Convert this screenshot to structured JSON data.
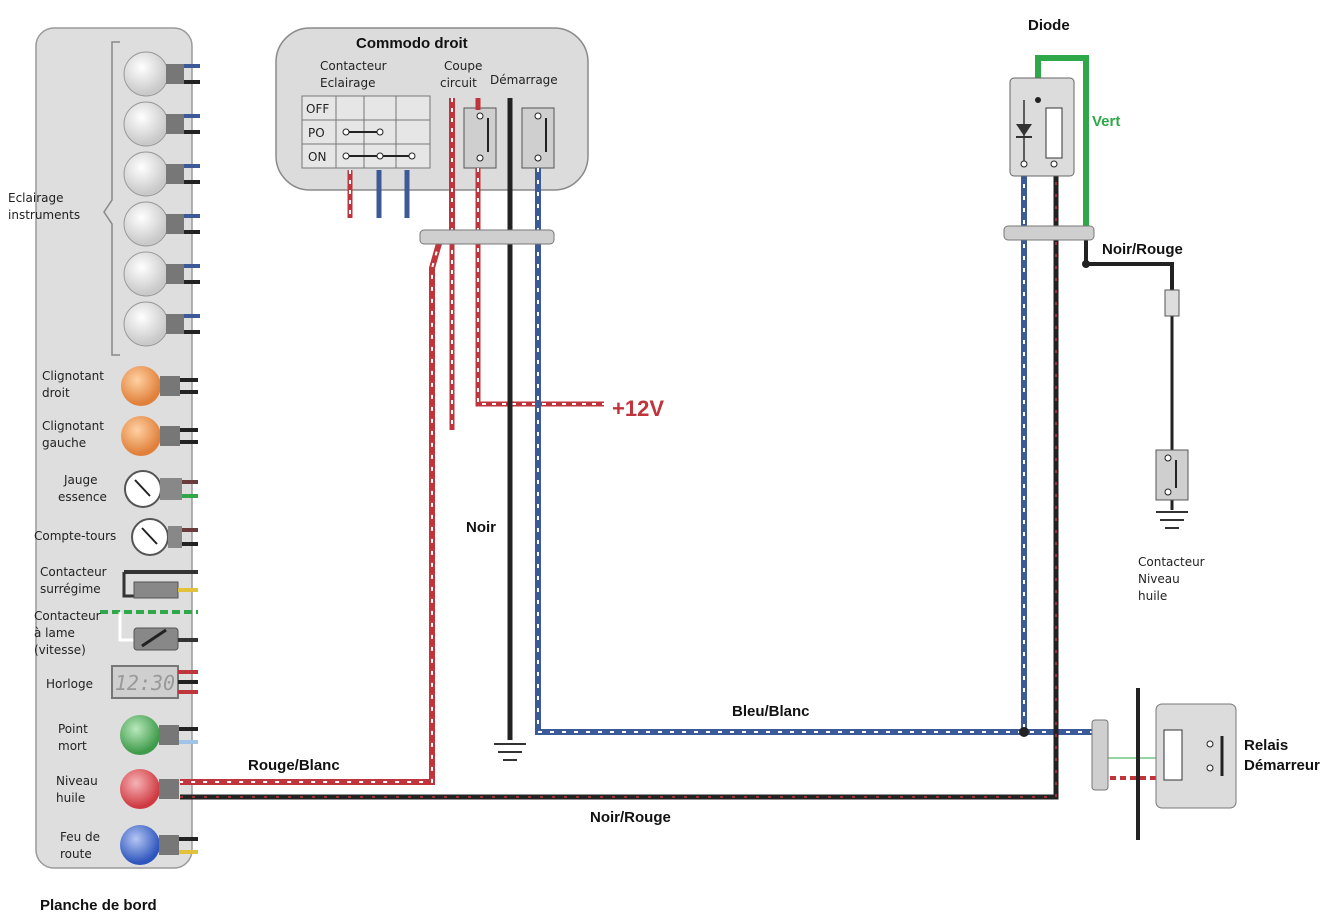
{
  "panel": {
    "title": "Planche de bord",
    "labels": {
      "eclairage": "Eclairage\ninstruments",
      "clignotant_droit": "Clignotant\ndroit",
      "clignotant_gauche": "Clignotant\ngauche",
      "jauge": "Jauge\nessence",
      "compte_tours": "Compte-tours",
      "surregime": "Contacteur\nsurrégime",
      "lame": "Contacteur\nà lame\n(vitesse)",
      "horloge": "Horloge",
      "horloge_display": "12:30",
      "point_mort": "Point\nmort",
      "niveau_huile": "Niveau\nhuile",
      "feu_route": "Feu de\nroute"
    }
  },
  "commodo": {
    "title": "Commodo droit",
    "contacteur": "Contacteur\nEclairage",
    "coupe": "Coupe\ncircuit",
    "demarrage": "Démarrage",
    "rows": [
      "OFF",
      "PO",
      "ON"
    ]
  },
  "wires": {
    "noir": "Noir",
    "plus12": "+12V",
    "rouge_blanc": "Rouge/Blanc",
    "bleu_blanc": "Bleu/Blanc",
    "noir_rouge_bottom": "Noir/Rouge",
    "noir_rouge_right": "Noir/Rouge",
    "vert": "Vert"
  },
  "diode": {
    "title": "Diode"
  },
  "oil_switch": {
    "label": "Contacteur\nNiveau\nhuile"
  },
  "relay": {
    "label": "Relais\nDémarreur"
  },
  "colors": {
    "panel_bg": "#dcdcdc",
    "red": "#c0343c",
    "blue": "#3d5a98",
    "black": "#222222",
    "green": "#2fa84a",
    "orange_lamp": "#e8914a",
    "green_lamp": "#4faa59",
    "red_lamp": "#d9454c",
    "blue_lamp": "#3b62c4"
  }
}
